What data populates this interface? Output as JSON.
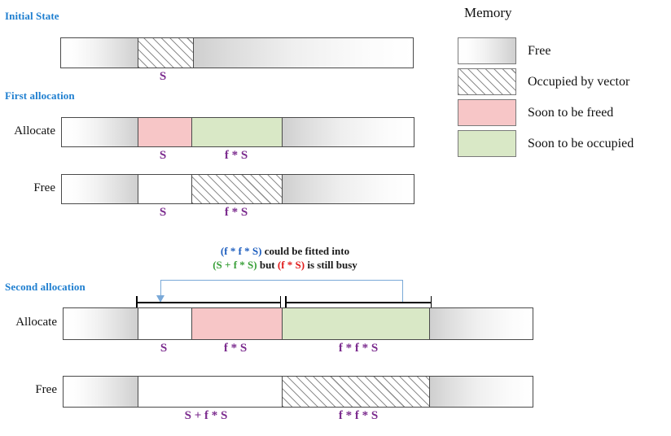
{
  "sections": [
    {
      "id": "initial",
      "title": "Initial State"
    },
    {
      "id": "first",
      "title": "First allocation"
    },
    {
      "id": "second",
      "title": "Second allocation"
    }
  ],
  "row_labels": {
    "allocate": "Allocate",
    "free": "Free"
  },
  "legend": {
    "title": "Memory",
    "items": [
      {
        "label": "Free",
        "swatch": "free-gradient",
        "color": "#e8e8e8"
      },
      {
        "label": "Occupied by vector",
        "swatch": "hatched",
        "color": "#8e8e8e"
      },
      {
        "label": "Soon to be freed",
        "swatch": "solid",
        "color": "#f7c6c7"
      },
      {
        "label": "Soon to be occupied",
        "swatch": "solid",
        "color": "#d9e8c6"
      }
    ]
  },
  "annotation": {
    "line1": {
      "expr": "(f * f * S)",
      "rest": " could be fitted into"
    },
    "line2": {
      "part1": "(S + f * S)",
      "mid": " but ",
      "part2": "(f * S)",
      "rest": " is still busy"
    },
    "colors": {
      "blue": "#1f5fbf",
      "green": "#3aa03a",
      "red": "#e01b1b"
    }
  },
  "bars": {
    "initial": {
      "labels": [
        {
          "text": "S",
          "at": 200
        }
      ]
    },
    "first_allocate": {
      "labels": [
        {
          "text": "S",
          "at": 200
        },
        {
          "text": "f * S",
          "at": 290
        }
      ]
    },
    "first_free": {
      "labels": [
        {
          "text": "S",
          "at": 200
        },
        {
          "text": "f * S",
          "at": 290
        }
      ]
    },
    "second_allocate": {
      "labels": [
        {
          "text": "S",
          "at": 201
        },
        {
          "text": "f * S",
          "at": 289
        },
        {
          "text": "f * f * S",
          "at": 440
        }
      ]
    },
    "second_free": {
      "labels": [
        {
          "text": "S + f * S",
          "at": 253
        },
        {
          "text": "f * f * S",
          "at": 440
        }
      ]
    }
  },
  "palette": {
    "heading": "#1f7fd0",
    "size_label": "#7b2b8e",
    "pink": "#f7c6c7",
    "green": "#d9e8c6",
    "outline": "#4a4a4a",
    "callout": "#7aa9d8"
  }
}
